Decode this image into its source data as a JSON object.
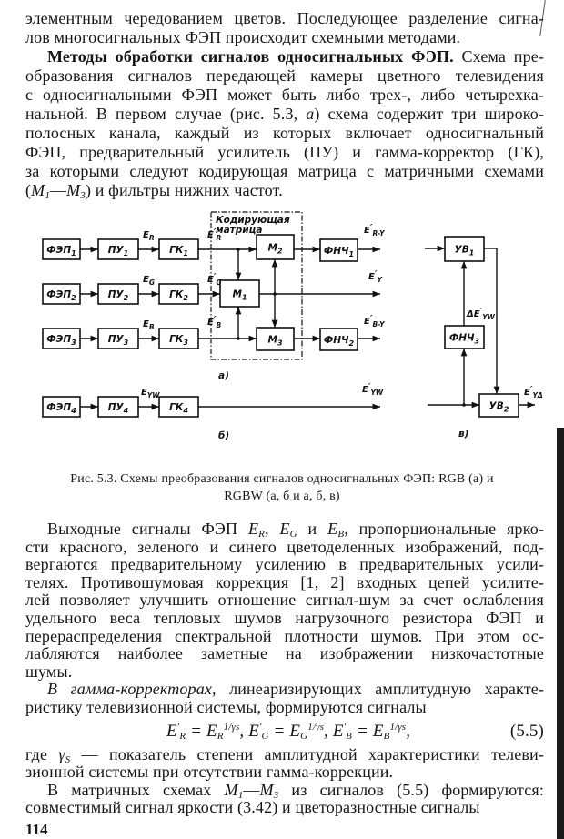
{
  "top_paragraphs": [
    {
      "indent": false,
      "lines": [
        [
          {
            "t": "элементным чередованием цветов. Последующее разделение сигна-"
          }
        ],
        [
          {
            "t": "лов многосигнальных ФЭП происходит схемными методами."
          }
        ]
      ]
    },
    {
      "indent": true,
      "lines": [
        [
          {
            "t": "Методы обработки сигналов односигнальных ФЭП.",
            "s": "b"
          },
          {
            "t": " Схема пре-"
          }
        ],
        [
          {
            "t": "образования сигналов передающей камеры цветного телевидения"
          }
        ],
        [
          {
            "t": "с односигнальными ФЭП может быть либо трех-, либо четырехка-"
          }
        ],
        [
          {
            "t": "нальной. В первом случае (рис. 5.3, "
          },
          {
            "t": "а",
            "s": "i"
          },
          {
            "t": ") схема содержит три широко-"
          }
        ],
        [
          {
            "t": "полосных канала, каждый из которых включает односигнальный"
          }
        ],
        [
          {
            "t": "ФЭП, предварительный усилитель (ПУ) и гамма-корректор (ГК),"
          }
        ],
        [
          {
            "t": "за которыми следуют кодирующая матрица с матричными схемами"
          }
        ],
        [
          {
            "t": "("
          },
          {
            "t": "M",
            "s": "i"
          },
          {
            "t": "1",
            "s": "sub"
          },
          {
            "t": "—"
          },
          {
            "t": "M",
            "s": "i"
          },
          {
            "t": "3",
            "s": "sub"
          },
          {
            "t": ") и фильтры нижних частот."
          }
        ]
      ]
    }
  ],
  "figure": {
    "matrix_label": [
      "Кодирующая",
      "матрица"
    ],
    "blocks": [
      {
        "label": "ФЭП",
        "sub": "1"
      },
      {
        "label": "ПУ",
        "sub": "1"
      },
      {
        "label": "ГК",
        "sub": "1"
      },
      {
        "label": "M",
        "sub": "2"
      },
      {
        "label": "ФНЧ",
        "sub": "1"
      },
      {
        "label": "ФЭП",
        "sub": "2"
      },
      {
        "label": "ПУ",
        "sub": "2"
      },
      {
        "label": "ГК",
        "sub": "2"
      },
      {
        "label": "M",
        "sub": "1"
      },
      {
        "label": "ФЭП",
        "sub": "3"
      },
      {
        "label": "ПУ",
        "sub": "3"
      },
      {
        "label": "ГК",
        "sub": "3"
      },
      {
        "label": "M",
        "sub": "3"
      },
      {
        "label": "ФНЧ",
        "sub": "2"
      },
      {
        "label": "ФЭП",
        "sub": "4"
      },
      {
        "label": "ПУ",
        "sub": "4"
      },
      {
        "label": "ГК",
        "sub": "4"
      },
      {
        "label": "УВ",
        "sub": "1"
      },
      {
        "label": "ФНЧ",
        "sub": "3"
      },
      {
        "label": "УВ",
        "sub": "2"
      }
    ],
    "signals": [
      {
        "main": "E",
        "sup": "",
        "sub": "R"
      },
      {
        "main": "E",
        "sup": "′",
        "sub": "R"
      },
      {
        "main": "E",
        "sup": "′",
        "sub": "R-Y"
      },
      {
        "main": "E",
        "sup": "",
        "sub": "G"
      },
      {
        "main": "E",
        "sup": "′",
        "sub": "G"
      },
      {
        "main": "E",
        "sup": "′",
        "sub": "Y"
      },
      {
        "main": "E",
        "sup": "",
        "sub": "B"
      },
      {
        "main": "E",
        "sup": "′",
        "sub": "B"
      },
      {
        "main": "E",
        "sup": "′",
        "sub": "B-Y"
      },
      {
        "main": "E",
        "sup": "",
        "sub": "YW"
      },
      {
        "main": "E",
        "sup": "′",
        "sub": "YW"
      },
      {
        "main": "ΔE",
        "sup": "′",
        "sub": "YW"
      },
      {
        "main": "E",
        "sup": "′",
        "sub": "YΔ"
      }
    ],
    "panel_labels": [
      "а)",
      "б)",
      "в)"
    ],
    "caption": [
      "Рис. 5.3. Схемы преобразования сигналов односигнальных ФЭП: RGB (а) и",
      "RGBW (а, б и а, б, в)"
    ]
  },
  "bottom_paragraphs": [
    {
      "indent": true,
      "lines": [
        [
          {
            "t": "Выходные сигналы ФЭП "
          },
          {
            "t": "E",
            "s": "i"
          },
          {
            "t": "R",
            "s": "sub"
          },
          {
            "t": ", "
          },
          {
            "t": "E",
            "s": "i"
          },
          {
            "t": "G",
            "s": "sub"
          },
          {
            "t": " и "
          },
          {
            "t": "E",
            "s": "i"
          },
          {
            "t": "B",
            "s": "sub"
          },
          {
            "t": ", пропорциональные ярко-"
          }
        ],
        [
          {
            "t": "сти красного, зеленого и синего цветоделенных изображений, под-"
          }
        ],
        [
          {
            "t": "вергаются предварительному усилению в предварительных усили-"
          }
        ],
        [
          {
            "t": "телях. Противошумовая коррекция [1, 2] входных цепей усилите-"
          }
        ],
        [
          {
            "t": "лей позволяет улучшить отношение сигнал-шум за счет ослабления"
          }
        ],
        [
          {
            "t": "удельного веса тепловых шумов нагрузочного резистора ФЭП и"
          }
        ],
        [
          {
            "t": "перераспределения спектральной плотности шумов. При этом ос-"
          }
        ],
        [
          {
            "t": "лабляются наиболее заметные на изображении низкочастотные"
          }
        ],
        [
          {
            "t": "шумы."
          }
        ]
      ]
    },
    {
      "indent": true,
      "lines": [
        [
          {
            "t": "В гамма-корректорах,",
            "s": "i"
          },
          {
            "t": " линеаризирующих амплитудную характе-"
          }
        ],
        [
          {
            "t": "ристику телевизионной системы, формируются сигналы"
          }
        ]
      ]
    }
  ],
  "formula": {
    "segments": [
      {
        "t": "E"
      },
      {
        "t": "′",
        "s": "sup"
      },
      {
        "t": "R",
        "s": "sub"
      },
      {
        "t": " = E"
      },
      {
        "t": "R",
        "s": "sub"
      },
      {
        "t": "1/γs",
        "s": "sup"
      },
      {
        "t": ",    E"
      },
      {
        "t": "′",
        "s": "sup"
      },
      {
        "t": "G",
        "s": "sub"
      },
      {
        "t": " = E"
      },
      {
        "t": "G",
        "s": "sub"
      },
      {
        "t": "1/γs",
        "s": "sup"
      },
      {
        "t": ",  E"
      },
      {
        "t": "′",
        "s": "sup"
      },
      {
        "t": "B",
        "s": "sub"
      },
      {
        "t": " = E"
      },
      {
        "t": "B",
        "s": "sub"
      },
      {
        "t": "1/γs",
        "s": "sup"
      },
      {
        "t": ","
      }
    ],
    "number": "(5.5)"
  },
  "after_paragraphs": [
    {
      "indent": false,
      "lines": [
        [
          {
            "t": "где "
          },
          {
            "t": "γ",
            "s": "i"
          },
          {
            "t": "S",
            "s": "sub"
          },
          {
            "t": " — показатель степени амплитудной характеристики телеви-"
          }
        ],
        [
          {
            "t": "зионной системы при отсутствии гамма-коррекции."
          }
        ]
      ]
    },
    {
      "indent": true,
      "lines": [
        [
          {
            "t": "В матричных схемах "
          },
          {
            "t": "M",
            "s": "i"
          },
          {
            "t": "1",
            "s": "sub"
          },
          {
            "t": "—"
          },
          {
            "t": "M",
            "s": "i"
          },
          {
            "t": "3",
            "s": "sub"
          },
          {
            "t": " из сигналов (5.5) формируются:"
          }
        ],
        [
          {
            "t": "совместимый сигнал яркости (3.42) и цветоразностные сигналы"
          }
        ]
      ]
    }
  ],
  "page_number": "114"
}
